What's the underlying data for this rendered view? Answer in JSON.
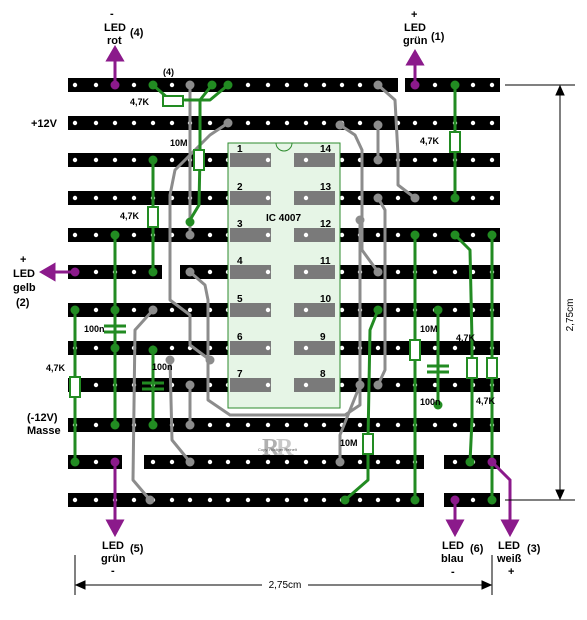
{
  "labels": {
    "led_rot_minus": "-",
    "led_rot_line1": "LED",
    "led_rot_line2": "rot",
    "led_rot_num": "(4)",
    "led_gruen1_plus": "+",
    "led_gruen1_line1": "LED",
    "led_gruen1_line2": "grün",
    "led_gruen1_num": "(1)",
    "led_gelb_plus": "+",
    "led_gelb_line1": "LED",
    "led_gelb_line2": "gelb",
    "led_gelb_num": "(2)",
    "supply_plus": "+12V",
    "supply_minus_line1": "(-12V)",
    "supply_minus_line2": "Masse",
    "led_gruen5_line1": "LED",
    "led_gruen5_line2": "grün",
    "led_gruen5_minus": "-",
    "led_gruen5_num": "(5)",
    "led_blau_line1": "LED",
    "led_blau_line2": "blau",
    "led_blau_minus": "-",
    "led_blau_num": "(6)",
    "led_weiss_line1": "LED",
    "led_weiss_line2": "weiß",
    "led_weiss_plus": "+",
    "led_weiss_num": "(3)"
  },
  "ic": {
    "name": "IC 4007",
    "left_pins": [
      "1",
      "2",
      "3",
      "4",
      "5",
      "6",
      "7"
    ],
    "right_pins": [
      "14",
      "13",
      "12",
      "11",
      "10",
      "9",
      "8"
    ]
  },
  "components": {
    "r_top_left": "4,7K",
    "r_top_left_num": "(4)",
    "r_10m_left": "10M",
    "r_47k_left_mid": "4,7K",
    "c_100n_left": "100n",
    "c_100n_mid": "100n",
    "r_47k_far_left": "4,7K",
    "r_47k_top_right": "4,7K",
    "r_10m_right": "10M",
    "c_100n_right": "100n",
    "r_47k_right_a": "4,7K",
    "r_47k_right_b": "4,7K",
    "r_10m_bottom": "10M"
  },
  "dimensions": {
    "vertical": "2,75cm",
    "horizontal": "2,75cm"
  },
  "watermark": "Copy. Rüdiger Reinelt",
  "colors": {
    "strip": "#000000",
    "hole": "#ffffff",
    "green_wire": "#228b22",
    "gray_wire": "#8c8c8c",
    "purple_lead": "#8b1a8b",
    "ic_body": "#e6f5e6",
    "ic_border": "#2e8b2e",
    "ic_pad": "#7a7a7a"
  }
}
